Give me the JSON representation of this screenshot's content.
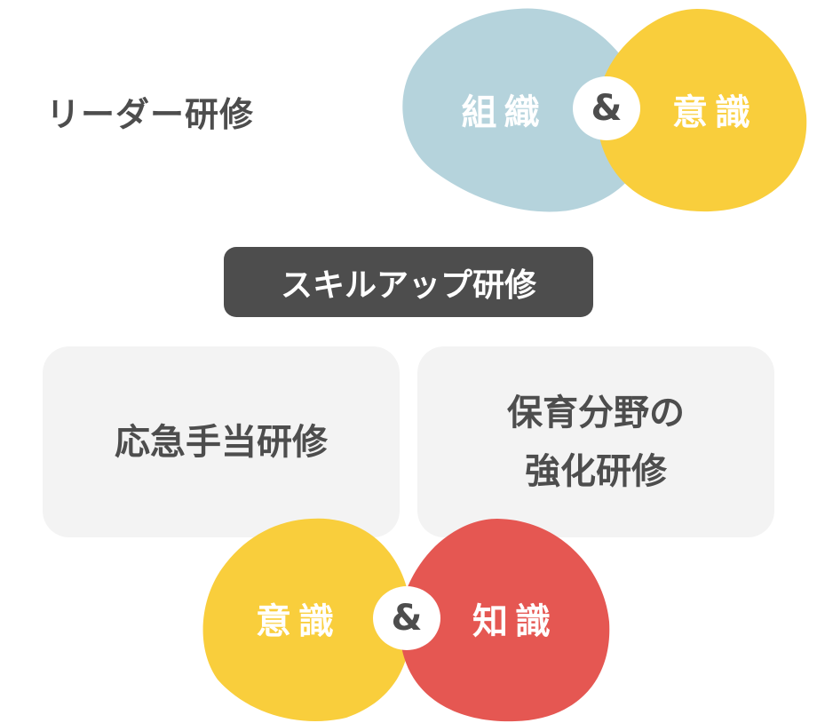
{
  "leader": {
    "title": "リーダー研修",
    "left_word": "組織",
    "connector": "&",
    "right_word": "意識"
  },
  "skillup": {
    "label": "スキルアップ研修",
    "cards": [
      {
        "line1": "応急手当研修",
        "line2": ""
      },
      {
        "line1": "保育分野の",
        "line2": "強化研修"
      }
    ],
    "left_word": "意識",
    "connector": "&",
    "right_word": "知識"
  },
  "colors": {
    "blue": "#b5d3dc",
    "yellow": "#f9ce3c",
    "red": "#e55752",
    "dark": "#4d4d4d",
    "card": "#f3f3f3"
  }
}
